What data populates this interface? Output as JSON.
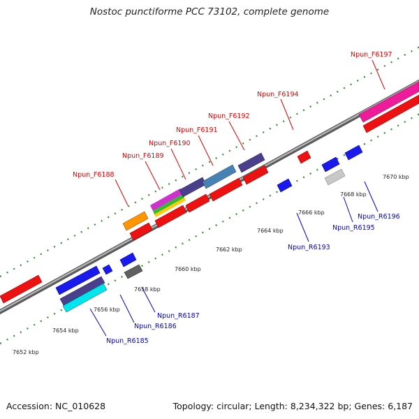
{
  "title": "Nostoc punctiforme PCC 73102, complete genome",
  "footer": {
    "accession": "Accession: NC_010628",
    "summary": "Topology: circular; Length: 8,234,322 bp; Genes: 6,187"
  },
  "colors": {
    "forward_label": "#e00000",
    "reverse_label": "#0000cc",
    "backbone": "#808080",
    "tick": "#1c8a1c"
  },
  "ruler_labels": [
    "7652 kbp",
    "7654 kbp",
    "7656 kbp",
    "7658 kbp",
    "7660 kbp",
    "7662 kbp",
    "7664 kbp",
    "7666 kbp",
    "7668 kbp",
    "7670 kbp"
  ],
  "forward_genes": [
    "Npun_F6188",
    "Npun_F6189",
    "Npun_F6190",
    "Npun_F6191",
    "Npun_F6192",
    "Npun_F6194",
    "Npun_F6197"
  ],
  "reverse_genes": [
    "Npun_R6185",
    "Npun_R6186",
    "Npun_R6187",
    "Npun_R6193",
    "Npun_R6195",
    "Npun_R6196"
  ]
}
